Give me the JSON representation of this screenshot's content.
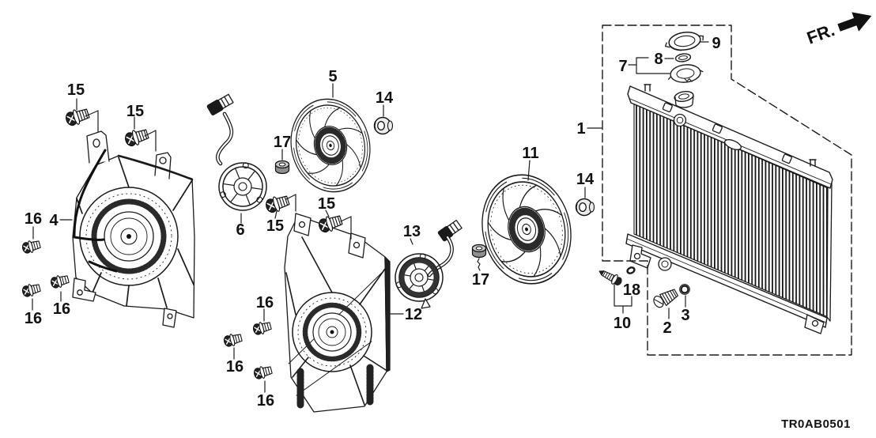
{
  "diagram": {
    "code": "TR0AB0501",
    "direction_indicator": "FR.",
    "callouts": [
      {
        "id": "1",
        "text": "1"
      },
      {
        "id": "2",
        "text": "2"
      },
      {
        "id": "3",
        "text": "3"
      },
      {
        "id": "4",
        "text": "4"
      },
      {
        "id": "5",
        "text": "5"
      },
      {
        "id": "6",
        "text": "6"
      },
      {
        "id": "7",
        "text": "7"
      },
      {
        "id": "8",
        "text": "8"
      },
      {
        "id": "9",
        "text": "9"
      },
      {
        "id": "10",
        "text": "10"
      },
      {
        "id": "11",
        "text": "11"
      },
      {
        "id": "12",
        "text": "12"
      },
      {
        "id": "13",
        "text": "13"
      },
      {
        "id": "14-a",
        "text": "14"
      },
      {
        "id": "14-b",
        "text": "14"
      },
      {
        "id": "15-a",
        "text": "15"
      },
      {
        "id": "15-b",
        "text": "15"
      },
      {
        "id": "15-c",
        "text": "15"
      },
      {
        "id": "15-d",
        "text": "15"
      },
      {
        "id": "16-a",
        "text": "16"
      },
      {
        "id": "16-b",
        "text": "16"
      },
      {
        "id": "16-c",
        "text": "16"
      },
      {
        "id": "16-d",
        "text": "16"
      },
      {
        "id": "16-e",
        "text": "16"
      },
      {
        "id": "16-f",
        "text": "16"
      },
      {
        "id": "17-a",
        "text": "17"
      },
      {
        "id": "17-b",
        "text": "17"
      },
      {
        "id": "18",
        "text": "18"
      }
    ],
    "line_color": "#1a1a1a",
    "background_color": "#ffffff"
  }
}
